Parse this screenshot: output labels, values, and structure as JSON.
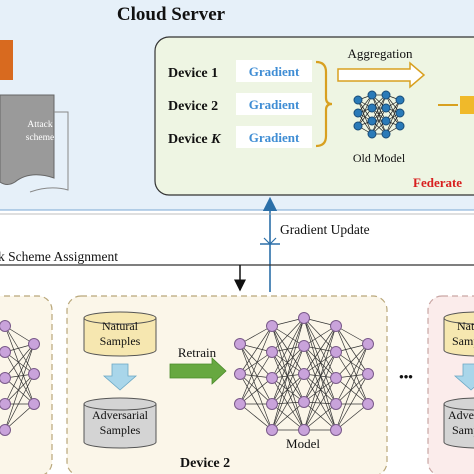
{
  "title": "Cloud Server",
  "attack_label_line1": "Attack",
  "attack_label_line2": "scheme",
  "devices": [
    {
      "name": "Device 1",
      "gradient": "Gradient"
    },
    {
      "name": "Device 2",
      "gradient": "Gradient"
    },
    {
      "name": "Device ",
      "name_italic": "K",
      "gradient": "Gradient"
    }
  ],
  "aggregation": "Aggregation",
  "old_model": "Old Model",
  "federated": "Federate",
  "gradient_update": "Gradient Update",
  "scheme_assignment": "k Scheme Assignment",
  "device_panel": {
    "natural_line1": "Natural",
    "natural_line2": "Samples",
    "adversarial_line1": "Adversarial",
    "adversarial_line2": "Samples",
    "retrain": "Retrain",
    "model": "Model",
    "name": "Device 2"
  },
  "right_panel": {
    "natural_line1": "Natu",
    "natural_line2": "Samp",
    "adversarial_line1": "Adversa",
    "adversarial_line2": "Samp"
  },
  "ellipsis": "•••",
  "colors": {
    "cloud_bg": "#e6f0f9",
    "fed_bg": "#eef5e3",
    "device_bg": "#fbf6e9",
    "right_device_bg": "#fbeceb",
    "gradient_text": "#3f8dd4",
    "federated_text": "#d81f1f",
    "natural_fill": "#f6e7b0",
    "adversarial_fill": "#d4d4d4",
    "node_fill": "#c9a3db",
    "retrain_arrow": "#67a840",
    "down_arrow": "#a9d6ea",
    "orange_block": "#d86a1f",
    "gold_block": "#f0b92a",
    "attack_gray": "#9a9a9a"
  }
}
